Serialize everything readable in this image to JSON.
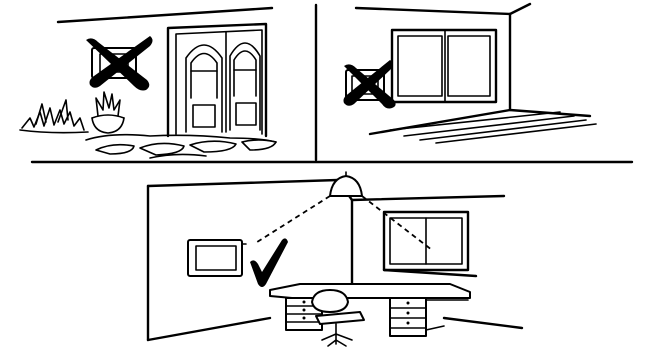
{
  "figure": {
    "panels": [
      {
        "id": "outdoor-wall",
        "verdict": "incorrect",
        "verdict_icon": "cross-mark-icon"
      },
      {
        "id": "sunny-wall-near-window",
        "verdict": "incorrect",
        "verdict_icon": "cross-mark-icon"
      },
      {
        "id": "shaded-interior-wall",
        "verdict": "correct",
        "verdict_icon": "check-mark-icon"
      }
    ],
    "colors": {
      "line": "#000000",
      "background": "#ffffff"
    }
  }
}
